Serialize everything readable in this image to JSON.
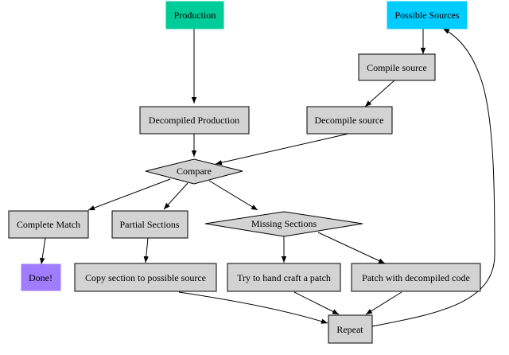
{
  "diagram": {
    "nodes": {
      "production": {
        "label": "Production",
        "fill": "#00cc99"
      },
      "possible_sources": {
        "label": "Possible Sources",
        "fill": "#00ccff"
      },
      "compile_source": {
        "label": "Compile source",
        "fill": "#d3d3d3"
      },
      "decompiled_production": {
        "label": "Decompiled Production",
        "fill": "#d3d3d3"
      },
      "decompile_source": {
        "label": "Decompile source",
        "fill": "#d3d3d3"
      },
      "compare": {
        "label": "Compare",
        "fill": "#d3d3d3"
      },
      "complete_match": {
        "label": "Complete Match",
        "fill": "#d3d3d3"
      },
      "partial_sections": {
        "label": "Partial Sections",
        "fill": "#d3d3d3"
      },
      "missing_sections": {
        "label": "Missing Sections",
        "fill": "#d3d3d3"
      },
      "done": {
        "label": "Done!",
        "fill": "#a07cff"
      },
      "copy_section": {
        "label": "Copy section to possible source",
        "fill": "#d3d3d3"
      },
      "hand_craft": {
        "label": "Try to hand craft a patch",
        "fill": "#d3d3d3"
      },
      "patch_decompiled": {
        "label": "Patch with decompiled code",
        "fill": "#d3d3d3"
      },
      "repeat": {
        "label": "Repeat",
        "fill": "#d3d3d3"
      }
    }
  }
}
